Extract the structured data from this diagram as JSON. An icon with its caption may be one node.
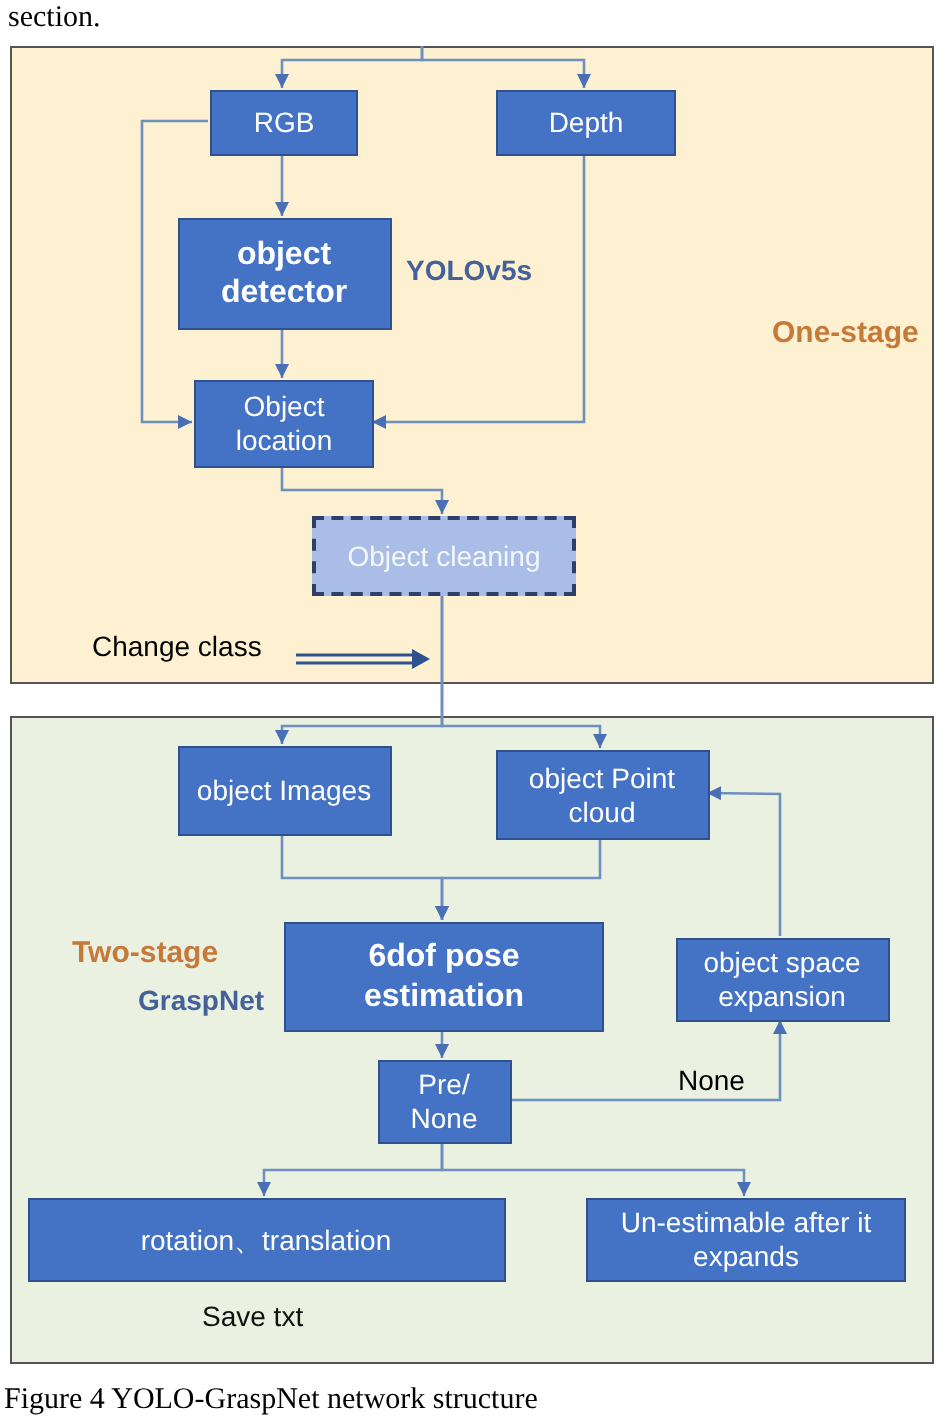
{
  "diagram": {
    "caption": "Figure 4 YOLO-GraspNet network structure",
    "nodes": [
      {
        "text": [
          "One-stage"
        ]
      },
      {
        "text": [
          "RGB"
        ],
        "in": 0
      },
      {
        "text": [
          "Depth"
        ],
        "in": 0
      },
      {
        "text": [
          "object detector"
        ],
        "in": 0,
        "beside": [
          "YOLOv5s"
        ]
      },
      {
        "text": [
          "Object location"
        ],
        "in": 0
      },
      {
        "text": [
          "Object cleaning"
        ],
        "in": 0
      },
      {
        "text": [
          "Two-stage"
        ]
      },
      {
        "text": [
          "object Images"
        ],
        "in": 6
      },
      {
        "text": [
          "object Point cloud"
        ],
        "in": 6
      },
      {
        "text": [
          "6dof pose estimation"
        ],
        "in": 6,
        "beside": [
          "GraspNet"
        ]
      },
      {
        "text": [
          "object space expansion"
        ],
        "in": 6
      },
      {
        "text": [
          "Pre/ None"
        ],
        "in": 6
      },
      {
        "text": [
          "rotation、translation"
        ],
        "in": 6,
        "beside": [
          "Save txt"
        ]
      },
      {
        "text": [
          "Un-estimable after it expands"
        ],
        "in": 6
      }
    ],
    "edges": [
      {
        "from": null,
        "to": 1,
        "arrow": "to"
      },
      {
        "from": null,
        "to": 2,
        "arrow": "to"
      },
      {
        "from": 1,
        "to": 3,
        "arrow": "to"
      },
      {
        "from": 1,
        "to": 4,
        "arrow": "to"
      },
      {
        "from": 3,
        "to": 4,
        "arrow": "to"
      },
      {
        "from": 2,
        "to": 4,
        "arrow": "to"
      },
      {
        "from": 4,
        "to": 5,
        "arrow": "to"
      },
      {
        "from": 5,
        "to": 7,
        "arrow": "to"
      },
      {
        "from": 5,
        "to": 8,
        "arrow": "to"
      },
      {
        "from": 7,
        "to": 9,
        "arrow": "to"
      },
      {
        "from": 8,
        "to": 9,
        "arrow": "to"
      },
      {
        "from": 9,
        "to": 11,
        "arrow": "to"
      },
      {
        "from": 11,
        "to": 10,
        "arrow": "to",
        "label": "None"
      },
      {
        "from": 10,
        "to": 8,
        "arrow": "to"
      },
      {
        "from": 11,
        "to": 12,
        "arrow": "to"
      },
      {
        "from": 11,
        "to": 13,
        "arrow": "to"
      }
    ],
    "labels": [
      "section.",
      "Change class"
    ]
  }
}
